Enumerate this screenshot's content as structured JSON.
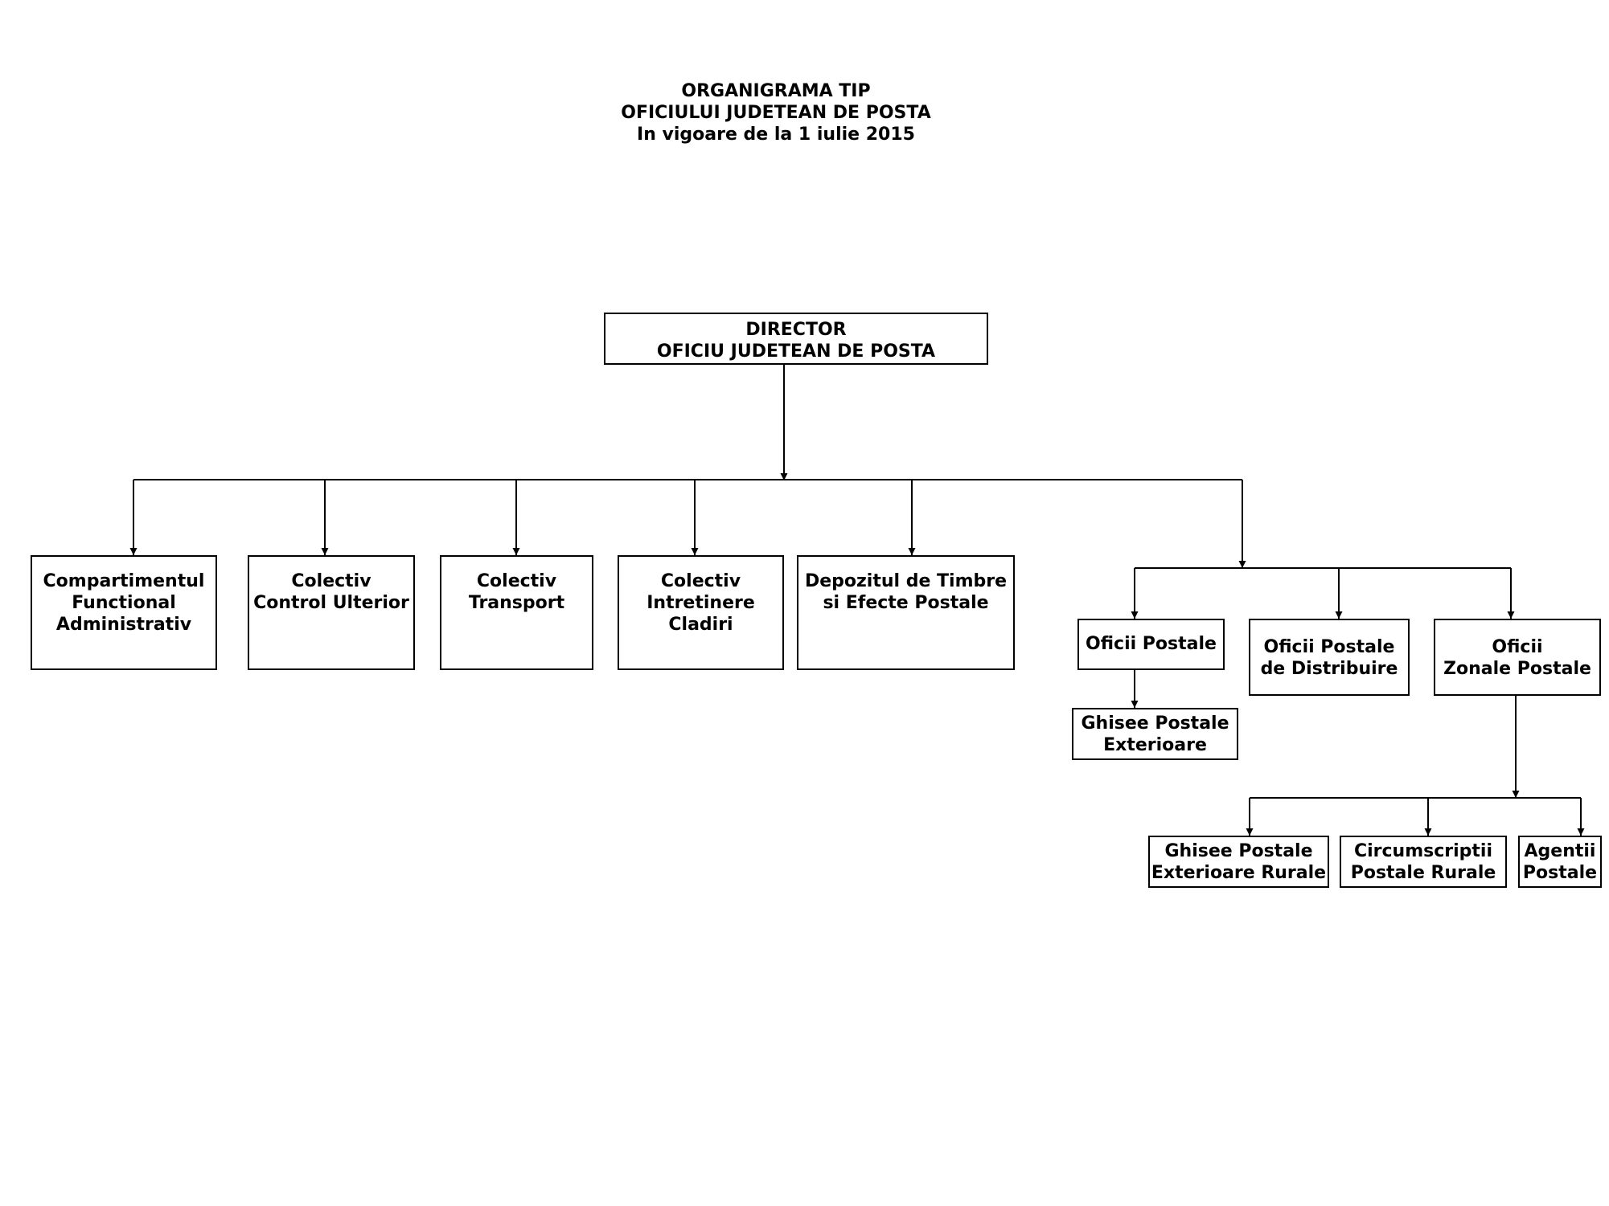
{
  "header": {
    "line1": "ORGANIGRAMA TIP",
    "line2": "OFICIULUI JUDETEAN DE POSTA",
    "line3": "In vigoare de la 1 iulie 2015"
  },
  "nodes": {
    "director": [
      "DIRECTOR",
      "OFICIU JUDETEAN DE POSTA"
    ],
    "comp_functional": [
      "Compartimentul",
      "Functional",
      "Administrativ"
    ],
    "control_ulterior": [
      "Colectiv",
      "Control Ulterior"
    ],
    "transport": [
      "Colectiv",
      "Transport"
    ],
    "intretinere": [
      "Colectiv",
      "Intretinere",
      "Cladiri"
    ],
    "depozit": [
      "Depozitul de Timbre",
      "si Efecte Postale"
    ],
    "oficii_postale": [
      "Oficii Postale"
    ],
    "oficii_distributie": [
      "Oficii Postale",
      "de Distribuire"
    ],
    "oficii_zonale": [
      "Oficii",
      "Zonale Postale"
    ],
    "ghisee_exterioare": [
      "Ghisee Postale",
      "Exterioare"
    ],
    "ghisee_rurale": [
      "Ghisee Postale",
      "Exterioare Rurale"
    ],
    "circumscriptii": [
      "Circumscriptii",
      "Postale Rurale"
    ],
    "agentii": [
      "Agentii",
      "Postale"
    ]
  },
  "edges": [
    [
      "director",
      "comp_functional"
    ],
    [
      "director",
      "control_ulterior"
    ],
    [
      "director",
      "transport"
    ],
    [
      "director",
      "intretinere"
    ],
    [
      "director",
      "depozit"
    ],
    [
      "director",
      "oficii_postale"
    ],
    [
      "director",
      "oficii_distributie"
    ],
    [
      "director",
      "oficii_zonale"
    ],
    [
      "oficii_postale",
      "ghisee_exterioare"
    ],
    [
      "oficii_zonale",
      "ghisee_rurale"
    ],
    [
      "oficii_zonale",
      "circumscriptii"
    ],
    [
      "oficii_zonale",
      "agentii"
    ]
  ]
}
